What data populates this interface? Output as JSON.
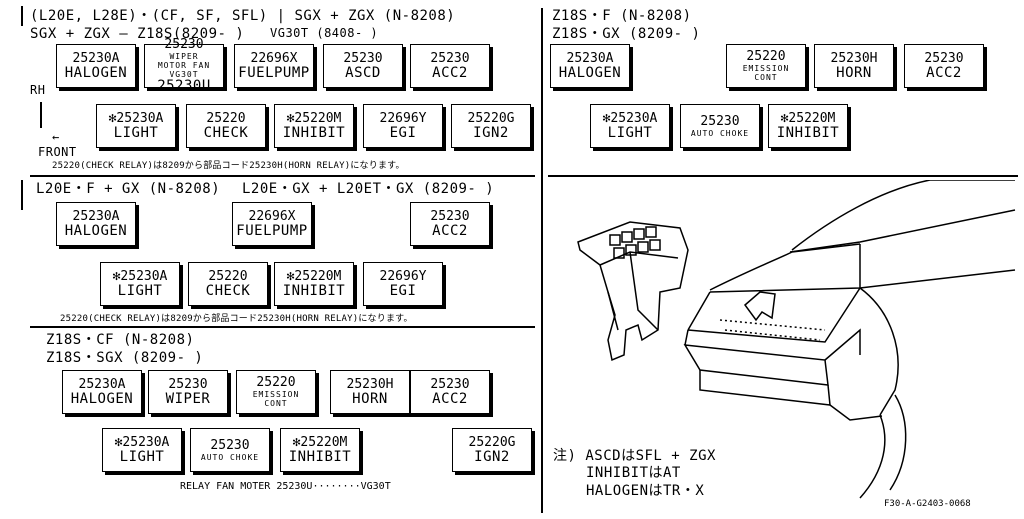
{
  "left": {
    "sec1": {
      "title1": "(L20E, L28E)・(CF, SF, SFL) | SGX + ZGX (N-8208)",
      "title2": "SGX + ZGX – Z18S(8209- )",
      "title3": "VG30T (8408- )",
      "rh": "RH",
      "front": "FRONT",
      "note": "25220(CHECK RELAY)は8209から部品コード25230H(HORN RELAY)になります。",
      "row1": [
        {
          "code": "25230A",
          "name": "HALOGEN"
        },
        {
          "code": "25230",
          "name": "25230U",
          "sub": "WIPER",
          "sub2": "MOTOR FAN VG30T"
        },
        {
          "code": "22696X",
          "name": "FUELPUMP"
        },
        {
          "code": "25230",
          "name": "ASCD"
        },
        {
          "code": "25230",
          "name": "ACC2"
        }
      ],
      "row2": [
        {
          "code": "✻25230A",
          "name": "LIGHT"
        },
        {
          "code": "25220",
          "name": "CHECK"
        },
        {
          "code": "✻25220M",
          "name": "INHIBIT"
        },
        {
          "code": "22696Y",
          "name": "EGI"
        },
        {
          "code": "25220G",
          "name": "IGN2"
        }
      ]
    },
    "sec2": {
      "title1": "L20E・F + GX (N-8208)",
      "title2": "L20E・GX + L20ET・GX (8209- )",
      "note": "25220(CHECK RELAY)は8209から部品コード25230H(HORN RELAY)になります。",
      "row1": [
        {
          "code": "25230A",
          "name": "HALOGEN"
        },
        {
          "code": "22696X",
          "name": "FUELPUMP"
        },
        {
          "code": "25230",
          "name": "ACC2"
        }
      ],
      "row2": [
        {
          "code": "✻25230A",
          "name": "LIGHT"
        },
        {
          "code": "25220",
          "name": "CHECK"
        },
        {
          "code": "✻25220M",
          "name": "INHIBIT"
        },
        {
          "code": "22696Y",
          "name": "EGI"
        }
      ]
    },
    "sec3": {
      "title1": "Z18S・CF (N-8208)",
      "title2": "Z18S・SGX (8209- )",
      "row1": [
        {
          "code": "25230A",
          "name": "HALOGEN"
        },
        {
          "code": "25230",
          "name": "WIPER"
        },
        {
          "code": "25220",
          "name": "EMISSION CONT",
          "small": true
        },
        {
          "code": "25230H",
          "name": "HORN"
        },
        {
          "code": "25230",
          "name": "ACC2"
        }
      ],
      "row2": [
        {
          "code": "✻25230A",
          "name": "LIGHT"
        },
        {
          "code": "25230",
          "name": "AUTO CHOKE",
          "small": true
        },
        {
          "code": "✻25220M",
          "name": "INHIBIT"
        },
        {
          "code": "25220G",
          "name": "IGN2"
        }
      ],
      "footer": "RELAY FAN MOTER 25230U········VG30T"
    }
  },
  "right": {
    "title1": "Z18S・F (N-8208)",
    "title2": "Z18S・GX (8209- )",
    "row1": [
      {
        "code": "25230A",
        "name": "HALOGEN"
      },
      {
        "code": "25220",
        "name": "EMISSION CONT",
        "small": true
      },
      {
        "code": "25230H",
        "name": "HORN"
      },
      {
        "code": "25230",
        "name": "ACC2"
      }
    ],
    "row2": [
      {
        "code": "✻25230A",
        "name": "LIGHT"
      },
      {
        "code": "25230",
        "name": "AUTO CHOKE",
        "small": true
      },
      {
        "code": "✻25220M",
        "name": "INHIBIT"
      }
    ],
    "notes": [
      "注) ASCDはSFL + ZGX",
      "INHIBITはAT",
      "HALOGENはTR・X"
    ],
    "ref": "F30-A-G2403-0068"
  }
}
